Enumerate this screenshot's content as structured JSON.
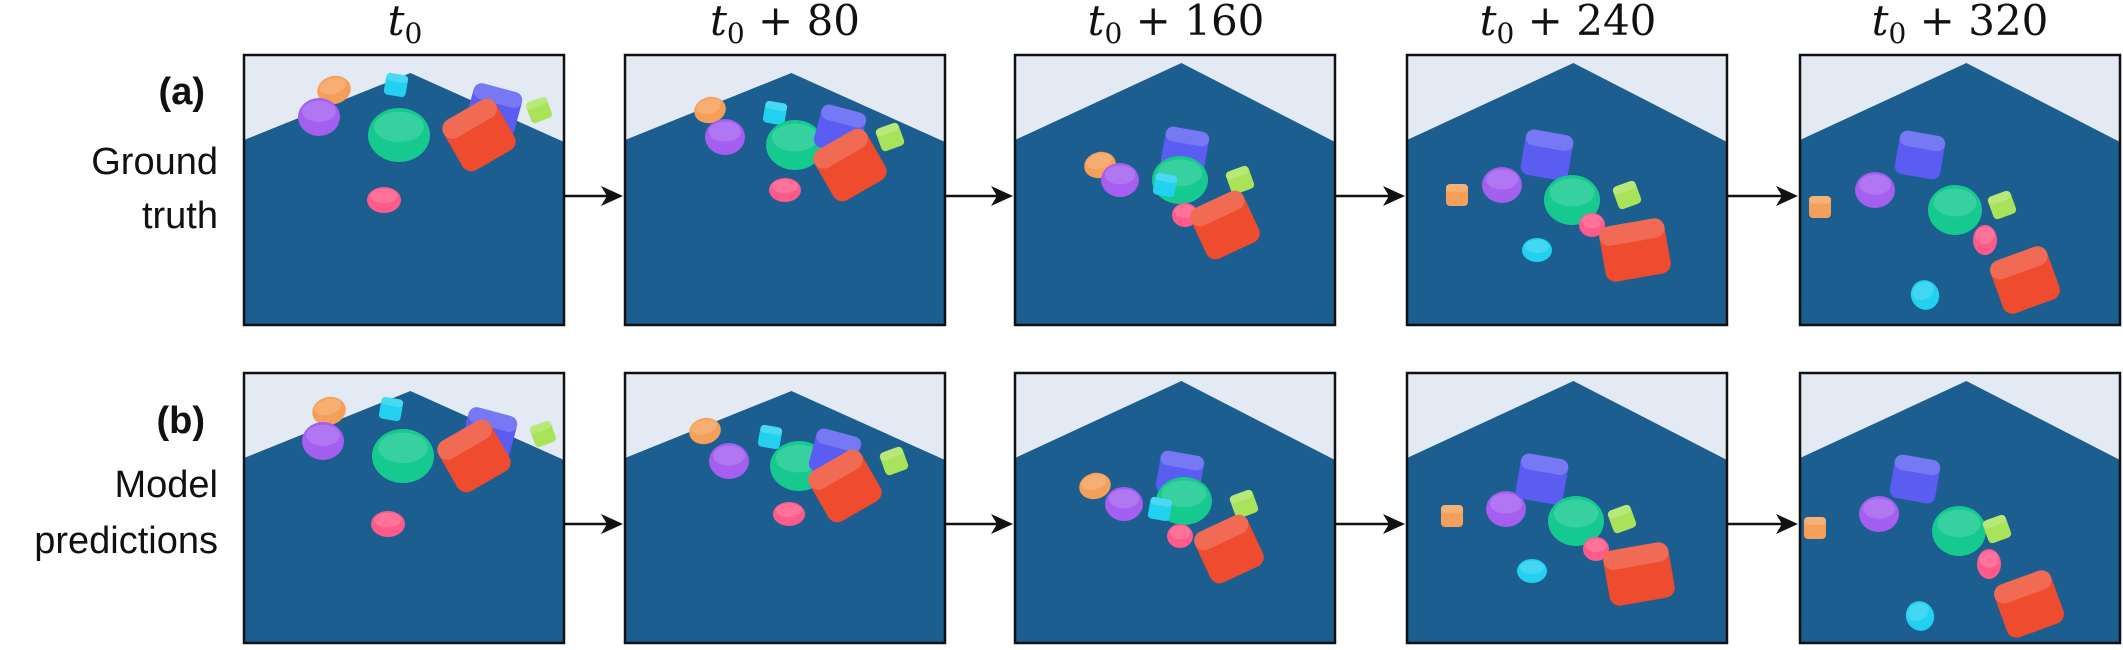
{
  "time_labels": [
    {
      "base": "t",
      "sub": "0",
      "suffix": ""
    },
    {
      "base": "t",
      "sub": "0",
      "suffix": " + 80"
    },
    {
      "base": "t",
      "sub": "0",
      "suffix": " + 160"
    },
    {
      "base": "t",
      "sub": "0",
      "suffix": " + 240"
    },
    {
      "base": "t",
      "sub": "0",
      "suffix": " + 320"
    }
  ],
  "rows": [
    {
      "tag": "(a)",
      "line1": "Ground",
      "line2": "truth"
    },
    {
      "tag": "(b)",
      "line1": "Model",
      "line2": "predictions"
    }
  ],
  "colors": {
    "floor": "#1b5e8f",
    "sky": "#e3eaf4",
    "arrow": "#111111",
    "object_orange": "#f5a05a",
    "object_purple": "#a45ff0",
    "object_cyan": "#22d1f0",
    "object_green": "#15c98f",
    "object_blue": "#5a5cf2",
    "object_lime": "#a9e35a",
    "object_red": "#ee4b2f",
    "object_pink": "#ff5b8a"
  }
}
